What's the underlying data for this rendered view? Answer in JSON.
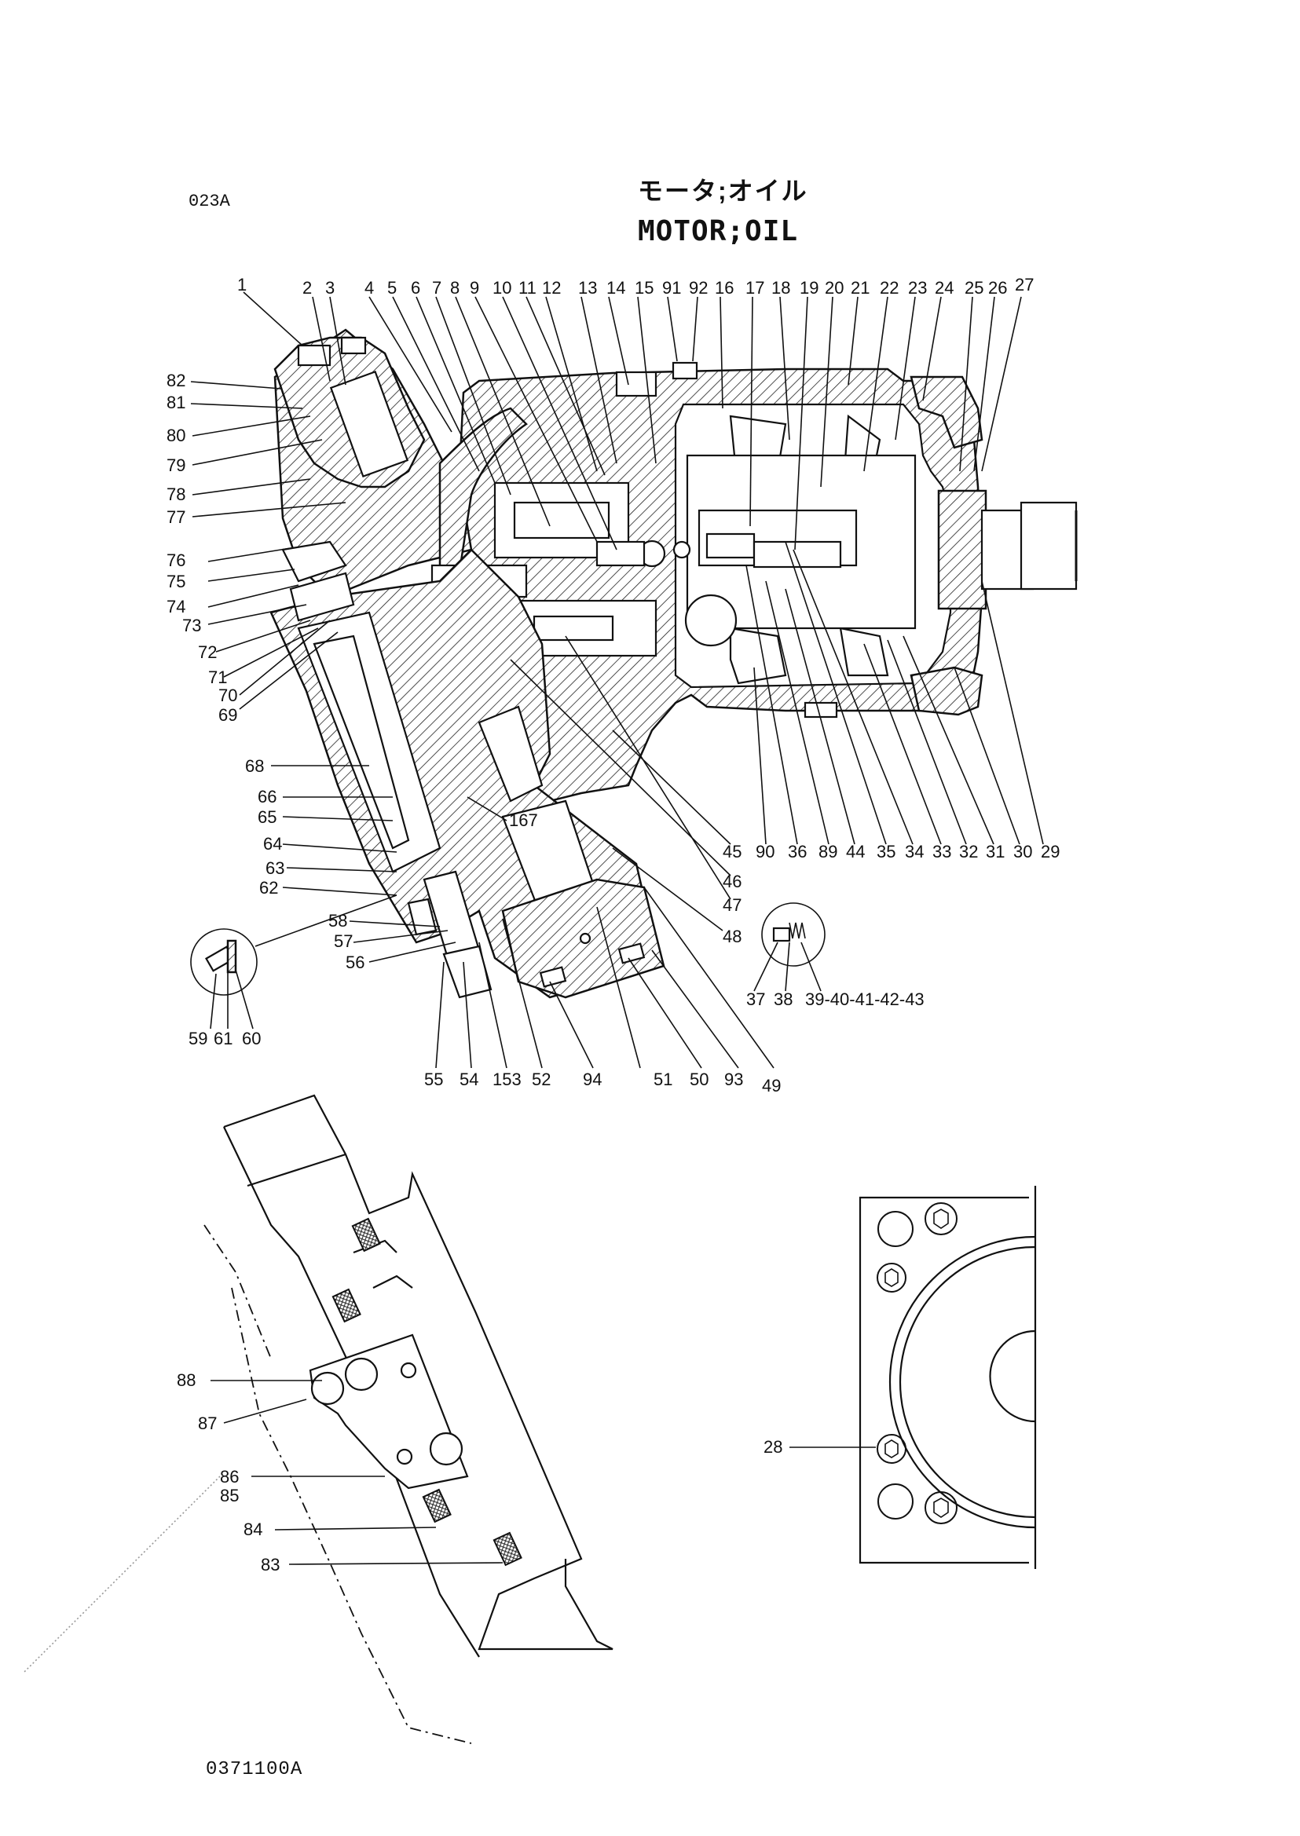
{
  "header": {
    "page_code": "023A",
    "title_jp": "モータ;オイル",
    "title_en": "MOTOR;OIL"
  },
  "footer": {
    "drawing_number": "0371100A"
  },
  "callouts": {
    "top_row": [
      "1",
      "2",
      "3",
      "4",
      "5",
      "6",
      "7",
      "8",
      "9",
      "10",
      "11",
      "12",
      "13",
      "14",
      "15",
      "91",
      "92",
      "16",
      "17",
      "18",
      "19",
      "20",
      "21",
      "22",
      "23",
      "24",
      "25",
      "26",
      "27"
    ],
    "left_column": [
      "82",
      "81",
      "80",
      "79",
      "78",
      "77",
      "76",
      "75",
      "74",
      "73",
      "72",
      "71",
      "70",
      "69",
      "68",
      "66",
      "65",
      "64",
      "63",
      "62",
      "58",
      "57",
      "56"
    ],
    "bottom_row": [
      "45",
      "90",
      "36",
      "89",
      "44",
      "35",
      "34",
      "33",
      "32",
      "31",
      "30",
      "29"
    ],
    "lower_middle": [
      "46",
      "47",
      "48",
      "167"
    ],
    "detail_circle_left": [
      "59",
      "61",
      "60"
    ],
    "detail_circle_right": [
      "37",
      "38",
      "39-40-41-42-43"
    ],
    "lower_bottom_row": [
      "55",
      "54",
      "153",
      "52",
      "94",
      "51",
      "50",
      "93",
      "49"
    ],
    "lower_left_view": [
      "88",
      "87",
      "86",
      "85",
      "84",
      "83"
    ],
    "end_view": [
      "28"
    ]
  }
}
